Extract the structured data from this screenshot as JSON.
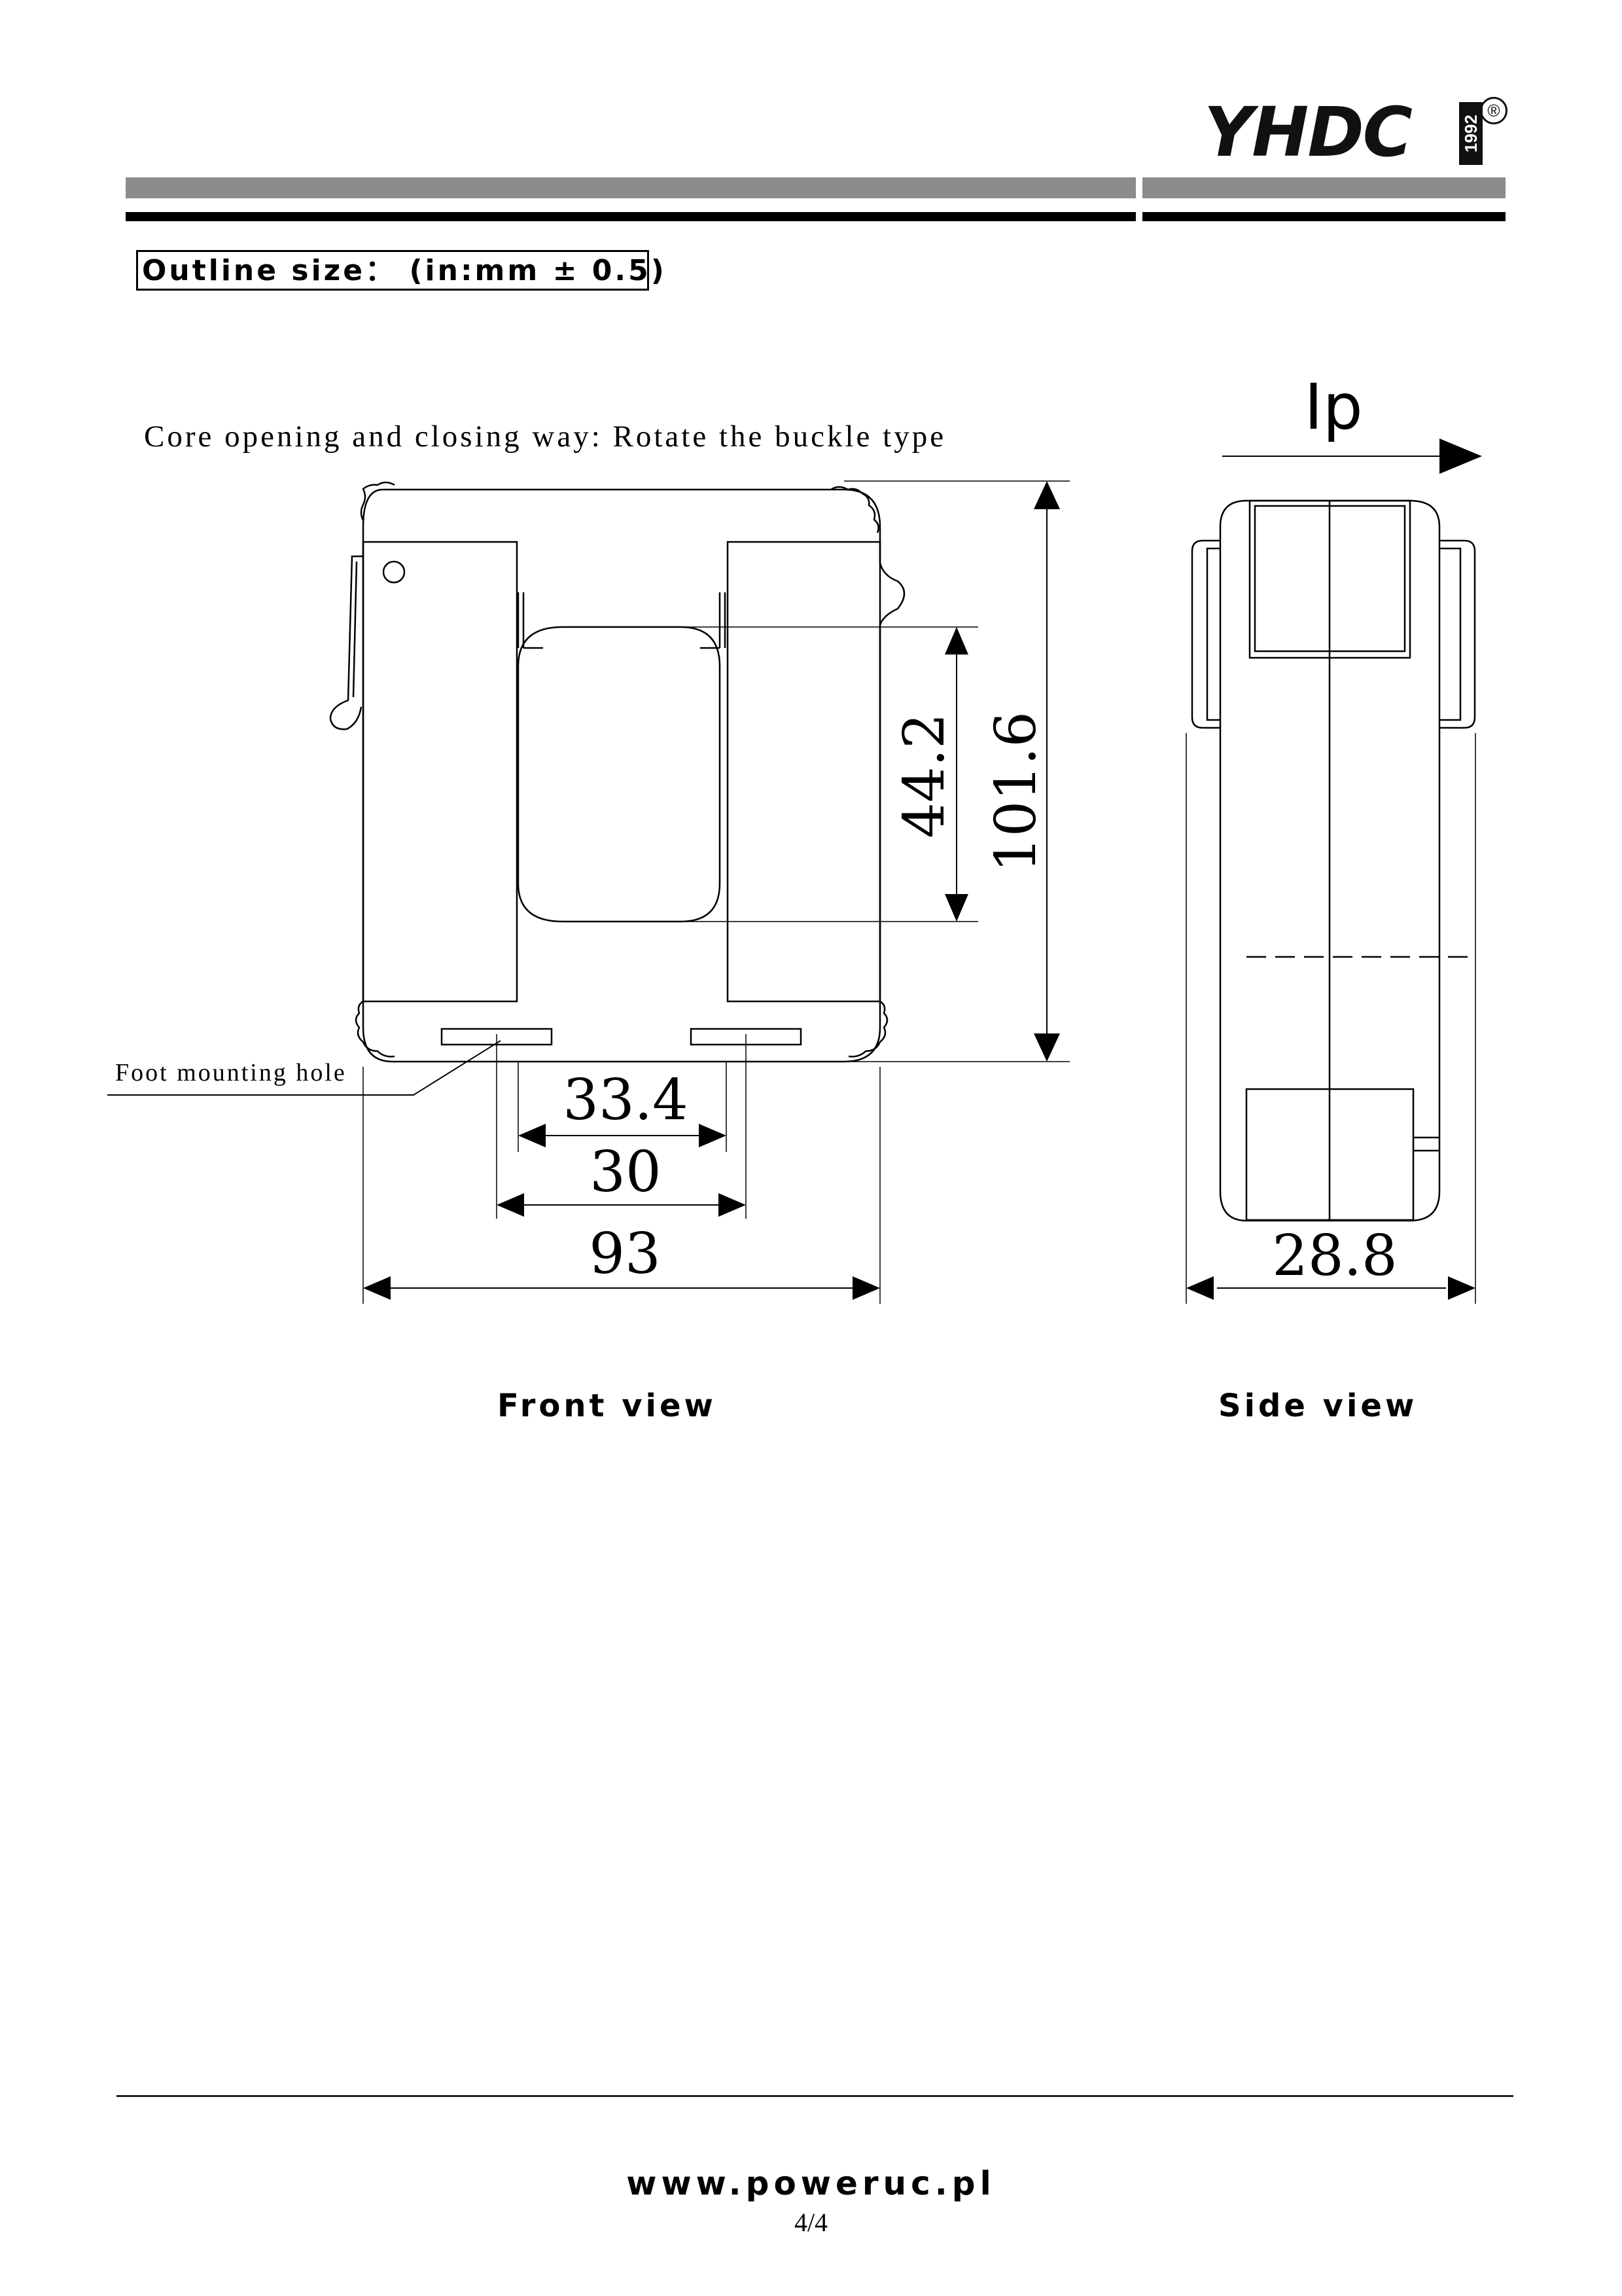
{
  "header": {
    "logo_text": "YHDC",
    "logo_year": "1992",
    "registered_mark": "®"
  },
  "section": {
    "title": "Outline size： (in:mm ± 0.5)"
  },
  "drawing": {
    "core_opening_note": "Core opening and closing way: Rotate the buckle type",
    "foot_mounting_label": "Foot mounting hole",
    "current_direction_label": "Ip",
    "dimensions": {
      "height_total": "101.6",
      "window_height": "44.2",
      "window_width": "33.4",
      "hole_spacing": "30",
      "width_total": "93",
      "side_depth": "28.8"
    },
    "front_view_label": "Front view",
    "side_view_label": "Side view"
  },
  "footer": {
    "url": "www.poweruc.pl",
    "page": "4/4"
  }
}
